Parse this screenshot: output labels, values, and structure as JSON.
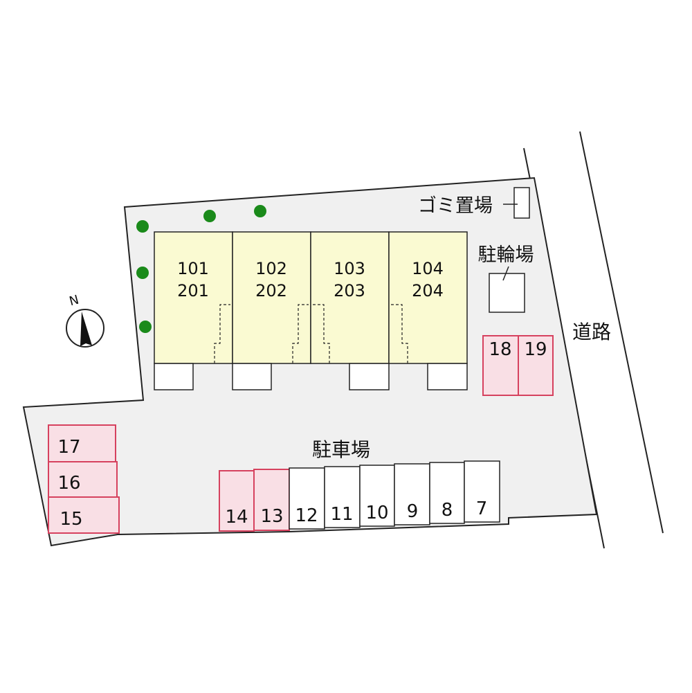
{
  "units": [
    {
      "top": "101",
      "bottom": "201"
    },
    {
      "top": "102",
      "bottom": "202"
    },
    {
      "top": "103",
      "bottom": "203"
    },
    {
      "top": "104",
      "bottom": "204"
    }
  ],
  "labels": {
    "garbage": "ゴミ置場",
    "bicycle": "駐輪場",
    "road": "道路",
    "parking": "駐車場",
    "north": "N"
  },
  "parking_spaces": {
    "right_group": [
      "18",
      "19"
    ],
    "left_group": [
      "17",
      "16",
      "15"
    ],
    "bottom_row": [
      "14",
      "13",
      "12",
      "11",
      "10",
      "9",
      "8",
      "7"
    ],
    "highlighted": [
      "18",
      "19",
      "17",
      "16",
      "15",
      "14",
      "13"
    ]
  },
  "colors": {
    "lot": "#f0f0f0",
    "building": "#fafad2",
    "highlight_fill": "#f9dfe5",
    "highlight_stroke": "#d6415e",
    "tree": "#1a8a1a"
  }
}
